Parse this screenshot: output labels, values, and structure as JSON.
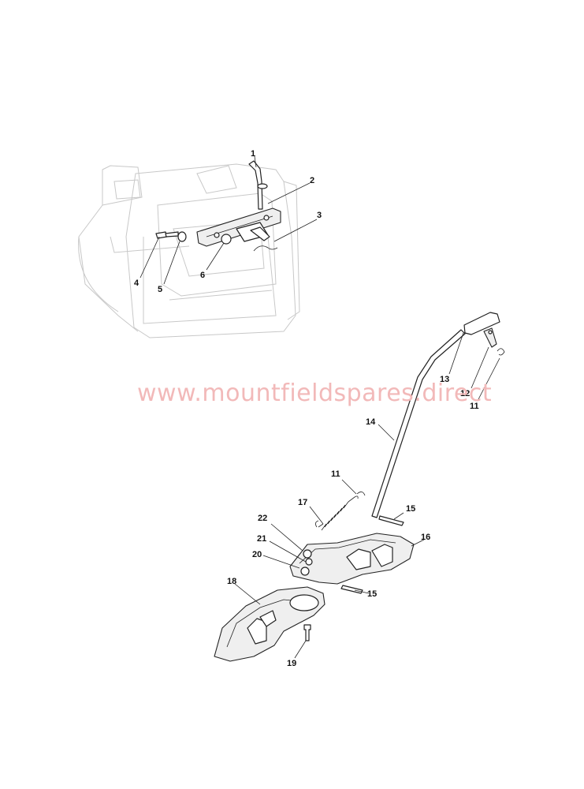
{
  "watermark": {
    "text": "www.mountfieldspares.direct",
    "color": "#f2b9b9"
  },
  "callouts": [
    {
      "id": "c1",
      "label": "1"
    },
    {
      "id": "c2",
      "label": "2"
    },
    {
      "id": "c3",
      "label": "3"
    },
    {
      "id": "c4",
      "label": "4"
    },
    {
      "id": "c5",
      "label": "5"
    },
    {
      "id": "c6",
      "label": "6"
    },
    {
      "id": "c13",
      "label": "13"
    },
    {
      "id": "c12",
      "label": "12"
    },
    {
      "id": "c11a",
      "label": "11"
    },
    {
      "id": "c14",
      "label": "14"
    },
    {
      "id": "c11b",
      "label": "11"
    },
    {
      "id": "c15a",
      "label": "15"
    },
    {
      "id": "c17",
      "label": "17"
    },
    {
      "id": "c22",
      "label": "22"
    },
    {
      "id": "c16",
      "label": "16"
    },
    {
      "id": "c21",
      "label": "21"
    },
    {
      "id": "c20",
      "label": "20"
    },
    {
      "id": "c18",
      "label": "18"
    },
    {
      "id": "c15b",
      "label": "15"
    },
    {
      "id": "c19",
      "label": "19"
    }
  ]
}
